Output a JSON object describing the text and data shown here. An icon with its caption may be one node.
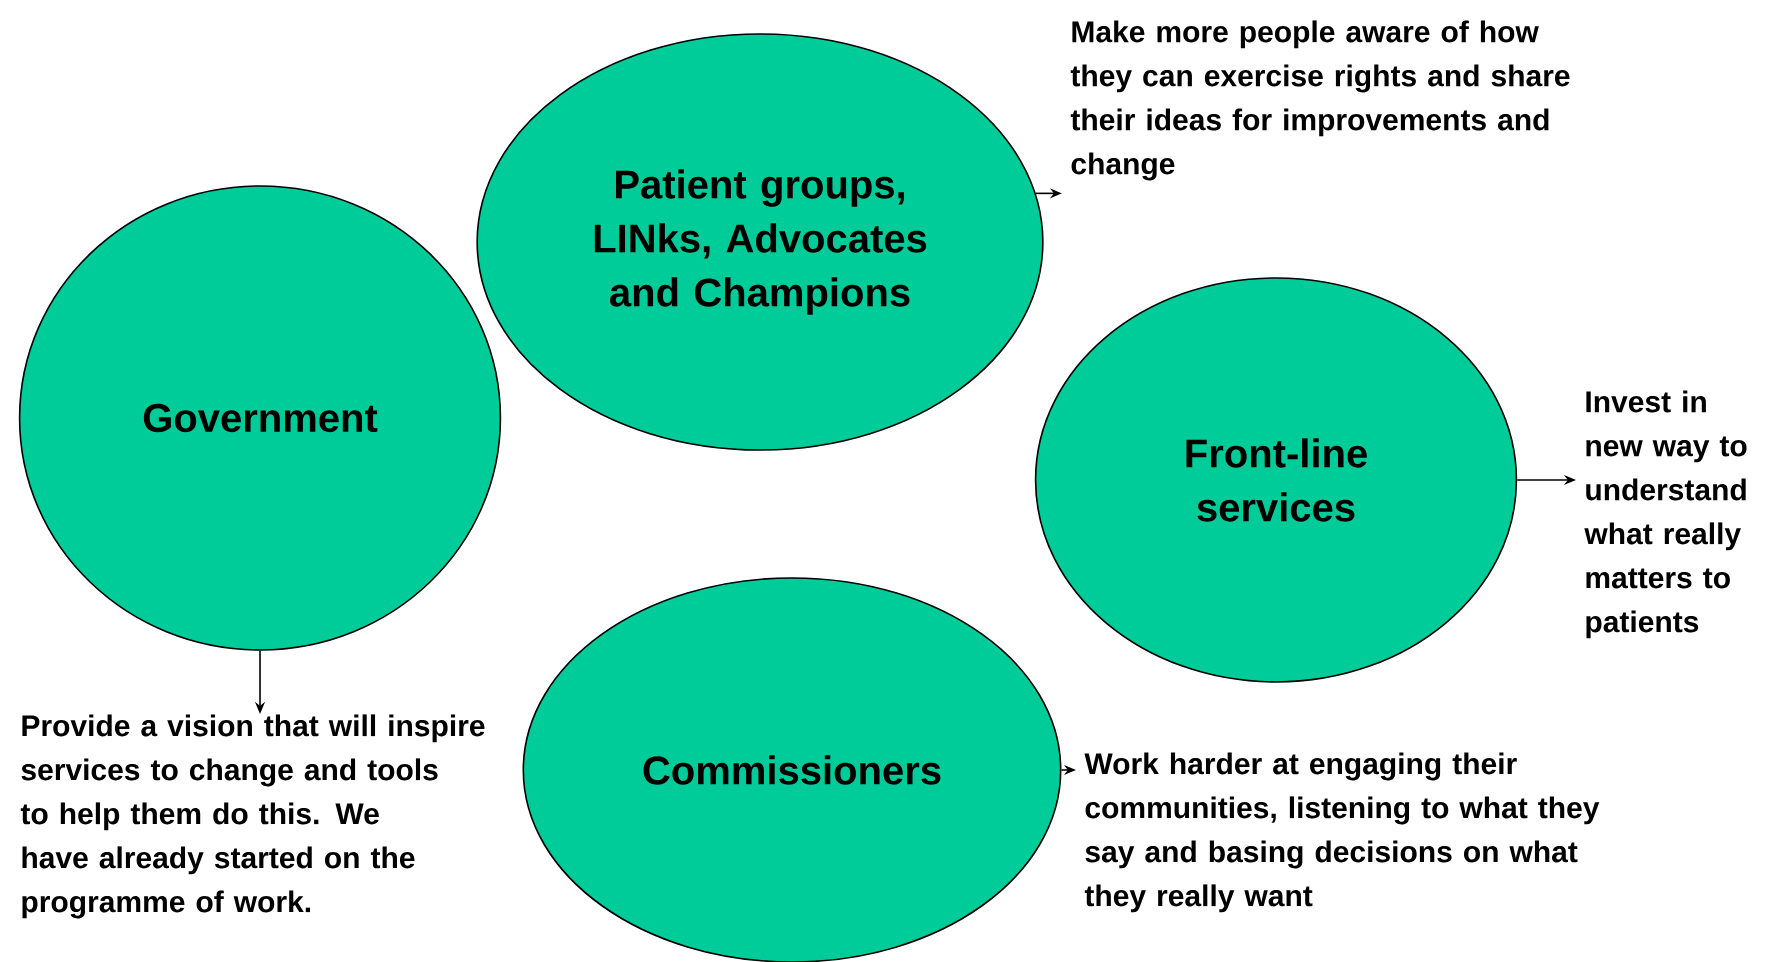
{
  "diagram": {
    "nodes": [
      {
        "text": [
          "Government"
        ]
      },
      {
        "text": [
          "Patient groups, LINks, Advocates and Champions"
        ]
      },
      {
        "text": [
          "Front-line services"
        ]
      },
      {
        "text": [
          "Commissioners"
        ]
      },
      {
        "text": [
          "Provide a vision that will inspire services to change and tools to help them do this.  We have already started on the programme of work."
        ]
      },
      {
        "text": [
          "Make more people aware of how they can exercise rights and share their ideas for improvements and change"
        ]
      },
      {
        "text": [
          "Invest in new way to understand what really matters to patients"
        ]
      },
      {
        "text": [
          "Work harder at engaging their communities, listening to what they say and basing decisions on what they really want"
        ]
      }
    ],
    "edges": [
      {
        "from": 0,
        "to": 4,
        "arrow": "to"
      },
      {
        "from": 1,
        "to": 5,
        "arrow": "to"
      },
      {
        "from": 2,
        "to": 6,
        "arrow": "to"
      },
      {
        "from": 3,
        "to": 7,
        "arrow": "to"
      }
    ]
  }
}
